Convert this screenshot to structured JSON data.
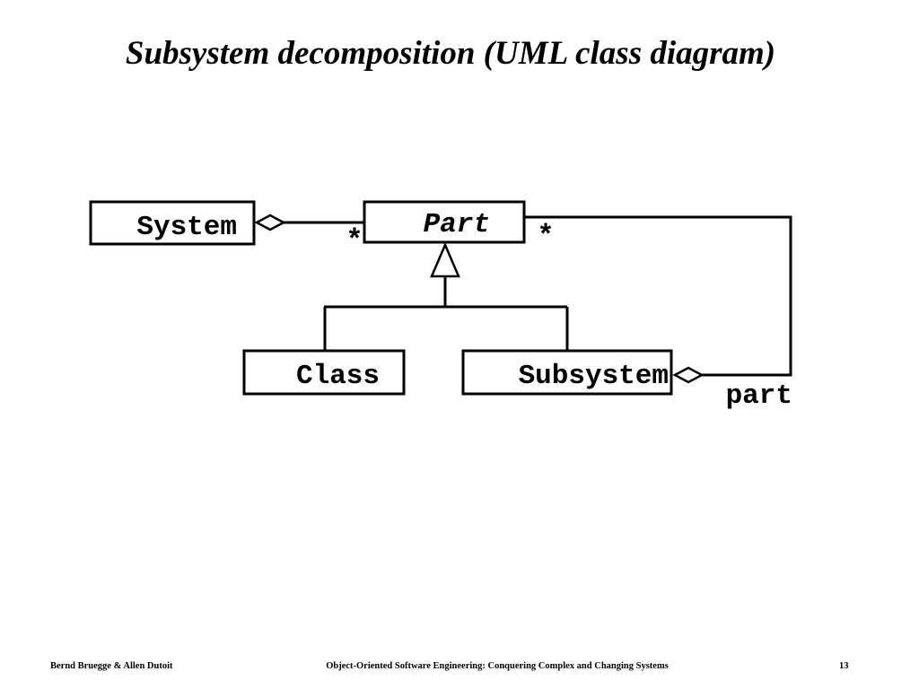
{
  "slide": {
    "title": "Subsystem decomposition (UML class diagram)"
  },
  "diagram": {
    "classes": {
      "system": "System",
      "part": "Part",
      "class": "Class",
      "subsystem": "Subsystem"
    },
    "multiplicities": {
      "system_part": "*",
      "part_subsystem": "*"
    },
    "roles": {
      "subsystem_part": "part"
    }
  },
  "footer": {
    "authors": "Bernd Bruegge & Allen Dutoit",
    "book": "Object-Oriented Software Engineering: Conquering Complex and Changing Systems",
    "page": "13"
  }
}
